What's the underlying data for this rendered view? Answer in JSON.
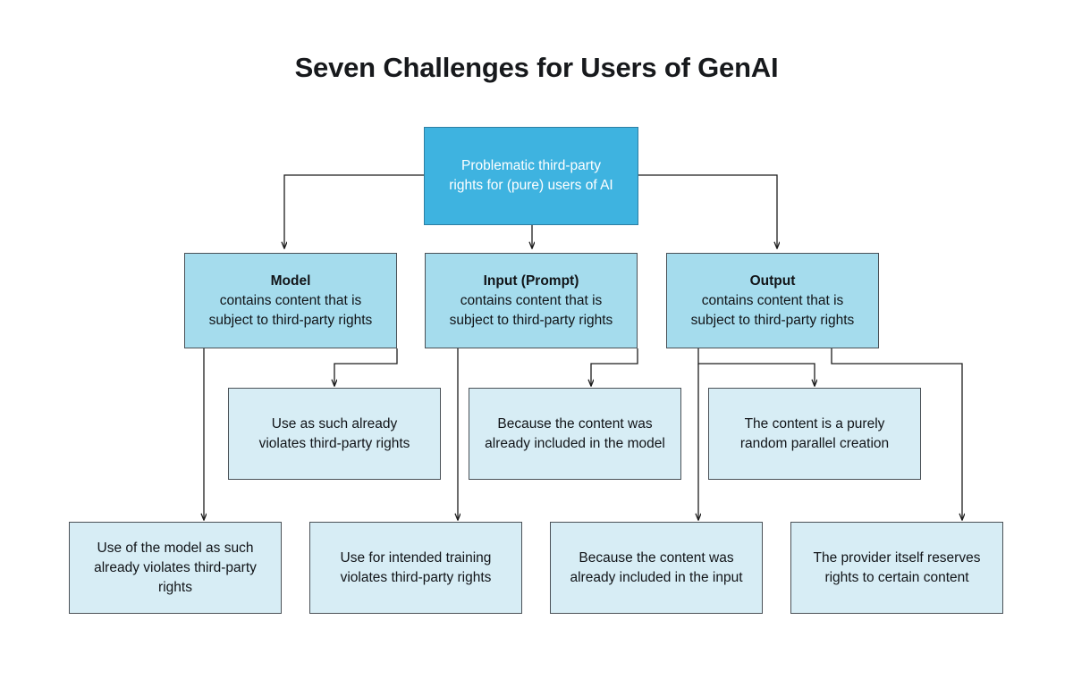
{
  "page": {
    "title": "Seven Challenges for Users of GenAI",
    "background_color": "#ffffff",
    "text_color": "#111418"
  },
  "colors": {
    "root_fill": "#3eb3e0",
    "root_text": "#ffffff",
    "level2_fill": "#a5dced",
    "leaf_fill": "#d7edf5",
    "border": "#4a5157",
    "connector": "#1c1c1c"
  },
  "diagram": {
    "type": "tree-flowchart",
    "root": {
      "name": "root",
      "line1": "Problematic third-party",
      "line2": "rights for (pure) users of AI"
    },
    "level2": [
      {
        "name": "model",
        "heading": "Model",
        "line1": "contains content that is",
        "line2": "subject to third-party rights"
      },
      {
        "name": "input-prompt",
        "heading": "Input (Prompt)",
        "line1": "contains content that is",
        "line2": "subject to third-party rights"
      },
      {
        "name": "output",
        "heading": "Output",
        "line1": "contains content that is",
        "line2": "subject to third-party rights"
      }
    ],
    "level3": [
      {
        "name": "use-as-such-violates",
        "line1": "Use as such already",
        "line2": "violates third-party rights",
        "line3": ""
      },
      {
        "name": "content-already-in-model",
        "line1": "Because the content was",
        "line2": "already included in the model",
        "line3": ""
      },
      {
        "name": "random-parallel-creation",
        "line1": "The content is a purely",
        "line2": "random parallel creation",
        "line3": ""
      }
    ],
    "level4": [
      {
        "name": "use-of-model-as-such",
        "line1": "Use of the model as such",
        "line2": "already violates third-party",
        "line3": "rights"
      },
      {
        "name": "use-for-intended-training",
        "line1": "Use for intended training",
        "line2": "violates third-party rights",
        "line3": ""
      },
      {
        "name": "content-already-in-input",
        "line1": "Because the content was",
        "line2": "already included in the input",
        "line3": ""
      },
      {
        "name": "provider-reserves-rights",
        "line1": "The provider itself reserves",
        "line2": "rights to certain content",
        "line3": ""
      }
    ]
  }
}
